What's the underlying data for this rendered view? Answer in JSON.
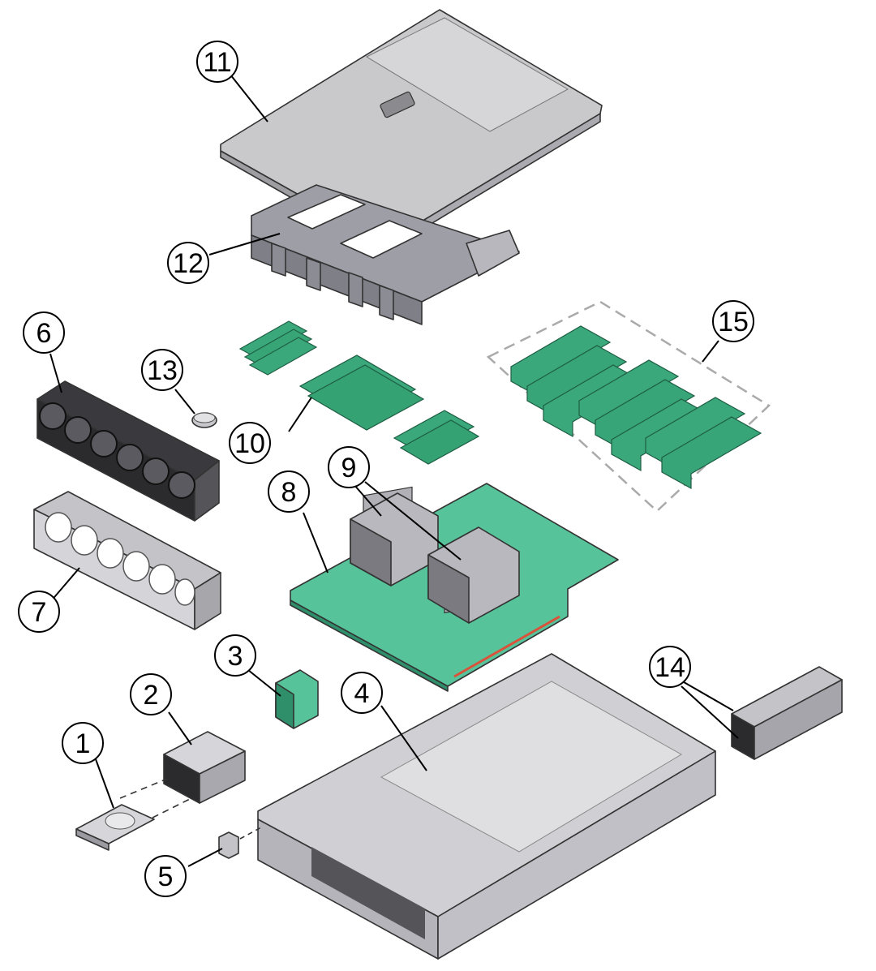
{
  "colors": {
    "metal": "#c9c9cc",
    "metal_dark": "#8d8d92",
    "board": "#57c39a",
    "board_dark": "#2f8f6a",
    "dimm": "#3aa87a",
    "fan": "#2b2b2e"
  },
  "callouts": [
    {
      "id": "1",
      "label": "1"
    },
    {
      "id": "2",
      "label": "2"
    },
    {
      "id": "3",
      "label": "3"
    },
    {
      "id": "4",
      "label": "4"
    },
    {
      "id": "5",
      "label": "5"
    },
    {
      "id": "6",
      "label": "6"
    },
    {
      "id": "7",
      "label": "7"
    },
    {
      "id": "8",
      "label": "8"
    },
    {
      "id": "9",
      "label": "9"
    },
    {
      "id": "10",
      "label": "10"
    },
    {
      "id": "11",
      "label": "11"
    },
    {
      "id": "12",
      "label": "12"
    },
    {
      "id": "13",
      "label": "13"
    },
    {
      "id": "14",
      "label": "14"
    },
    {
      "id": "15",
      "label": "15"
    }
  ]
}
